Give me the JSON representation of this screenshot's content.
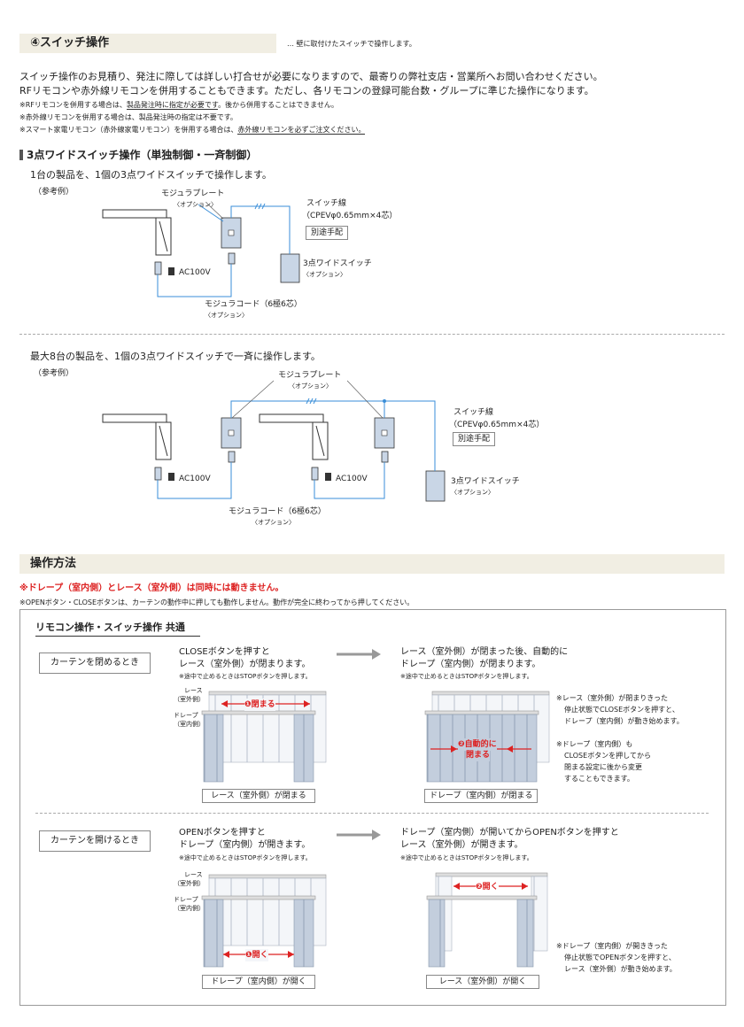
{
  "section4": {
    "title": "④スイッチ操作",
    "note": "… 壁に取付けたスイッチで操作します。"
  },
  "intro": {
    "line1": "スイッチ操作のお見積り、発注に際しては詳しい打合せが必要になりますので、最寄りの弊社支店・営業所へお問い合わせください。",
    "line2": "RFリモコンや赤外線リモコンを併用することもできます。ただし、各リモコンの登録可能台数・グループに準じた操作になります。",
    "note1_a": "※RFリモコンを併用する場合は、",
    "note1_b": "製品発注時に指定が必要です",
    "note1_c": "。後から併用することはできません。",
    "note2": "※赤外線リモコンを併用する場合は、製品発注時の指定は不要です。",
    "note3_a": "※スマート家電リモコン（赤外線家電リモコン）を併用する場合は、",
    "note3_b": "赤外線リモコンを必ずご注文ください。"
  },
  "wide_switch": {
    "heading": "3点ワイドスイッチ操作（単独制御・一斉制御）",
    "single": {
      "desc": "1台の製品を、1個の3点ワイドスイッチで操作します。",
      "ref": "（参考例）",
      "plate": "モジュラプレート",
      "plate_opt": "〈オプション〉",
      "wire": "スイッチ線",
      "wire_spec": "（CPEVφ0.65mm×4芯）",
      "separate": "別途手配",
      "switch": "3点ワイドスイッチ",
      "switch_opt": "〈オプション〉",
      "ac": "AC100V",
      "cord": "モジュラコード（6極6芯）",
      "cord_opt": "〈オプション〉"
    },
    "multi": {
      "desc": "最大8台の製品を、1個の3点ワイドスイッチで一斉に操作します。",
      "ref": "（参考例）",
      "plate": "モジュラプレート",
      "plate_opt": "〈オプション〉",
      "wire": "スイッチ線",
      "wire_spec": "（CPEVφ0.65mm×4芯）",
      "separate": "別途手配",
      "switch": "3点ワイドスイッチ",
      "switch_opt": "〈オプション〉",
      "ac1": "AC100V",
      "ac2": "AC100V",
      "cord": "モジュラコード（6極6芯）",
      "cord_opt": "〈オプション〉"
    }
  },
  "operation": {
    "title": "操作方法",
    "warn": "※ドレープ（室内側）とレース（室外側）は同時には動きません。",
    "note": "※OPENボタン・CLOSEボタンは、カーテンの動作中に押しても動作しません。動作が完全に終わってから押してください。",
    "box_title": "リモコン操作・スイッチ操作 共通",
    "close": {
      "label": "カーテンを閉めるとき",
      "step1_l1": "CLOSEボタンを押すと",
      "step1_l2": "レース（室外側）が閉まります。",
      "step1_note": "※途中で止めるときはSTOPボタンを押します。",
      "step2_l1": "レース（室外側）が閉まった後、自動的に",
      "step2_l2": "ドレープ（室内側）が閉まります。",
      "step2_note": "※途中で止めるときはSTOPボタンを押します。",
      "lace_lbl": "レース",
      "lace_sub": "（室外側）",
      "drape_lbl": "ドレープ",
      "drape_sub": "（室内側）",
      "arrow1": "❶閉まる",
      "arrow2_l1": "❷自動的に",
      "arrow2_l2": "閉まる",
      "cap1": "レース（室外側）が閉まる",
      "cap2": "ドレープ（室内側）が閉まる",
      "side1_l1": "※レース（室外側）が閉まりきった",
      "side1_l2": "停止状態でCLOSEボタンを押すと、",
      "side1_l3": "ドレープ（室内側）が動き始めます。",
      "side2_l1": "※ドレープ（室内側）も",
      "side2_l2": "CLOSEボタンを押してから",
      "side2_l3": "閉まる設定に後から変更",
      "side2_l4": "することもできます。"
    },
    "open": {
      "label": "カーテンを開けるとき",
      "step1_l1": "OPENボタンを押すと",
      "step1_l2": "ドレープ（室内側）が開きます。",
      "step1_note": "※途中で止めるときはSTOPボタンを押します。",
      "step2_l1": "ドレープ（室内側）が開いてからOPENボタンを押すと",
      "step2_l2": "レース（室外側）が開きます。",
      "step2_note": "※途中で止めるときはSTOPボタンを押します。",
      "lace_lbl": "レース",
      "lace_sub": "（室外側）",
      "drape_lbl": "ドレープ",
      "drape_sub": "（室内側）",
      "arrow1": "❶開く",
      "arrow2": "❷開く",
      "cap1": "ドレープ（室内側）が開く",
      "cap2": "レース（室外側）が開く",
      "side1_l1": "※ドレープ（室内側）が開ききった",
      "side1_l2": "停止状態でOPENボタンを押すと、",
      "side1_l3": "レース（室外側）が動き始めます。"
    }
  }
}
